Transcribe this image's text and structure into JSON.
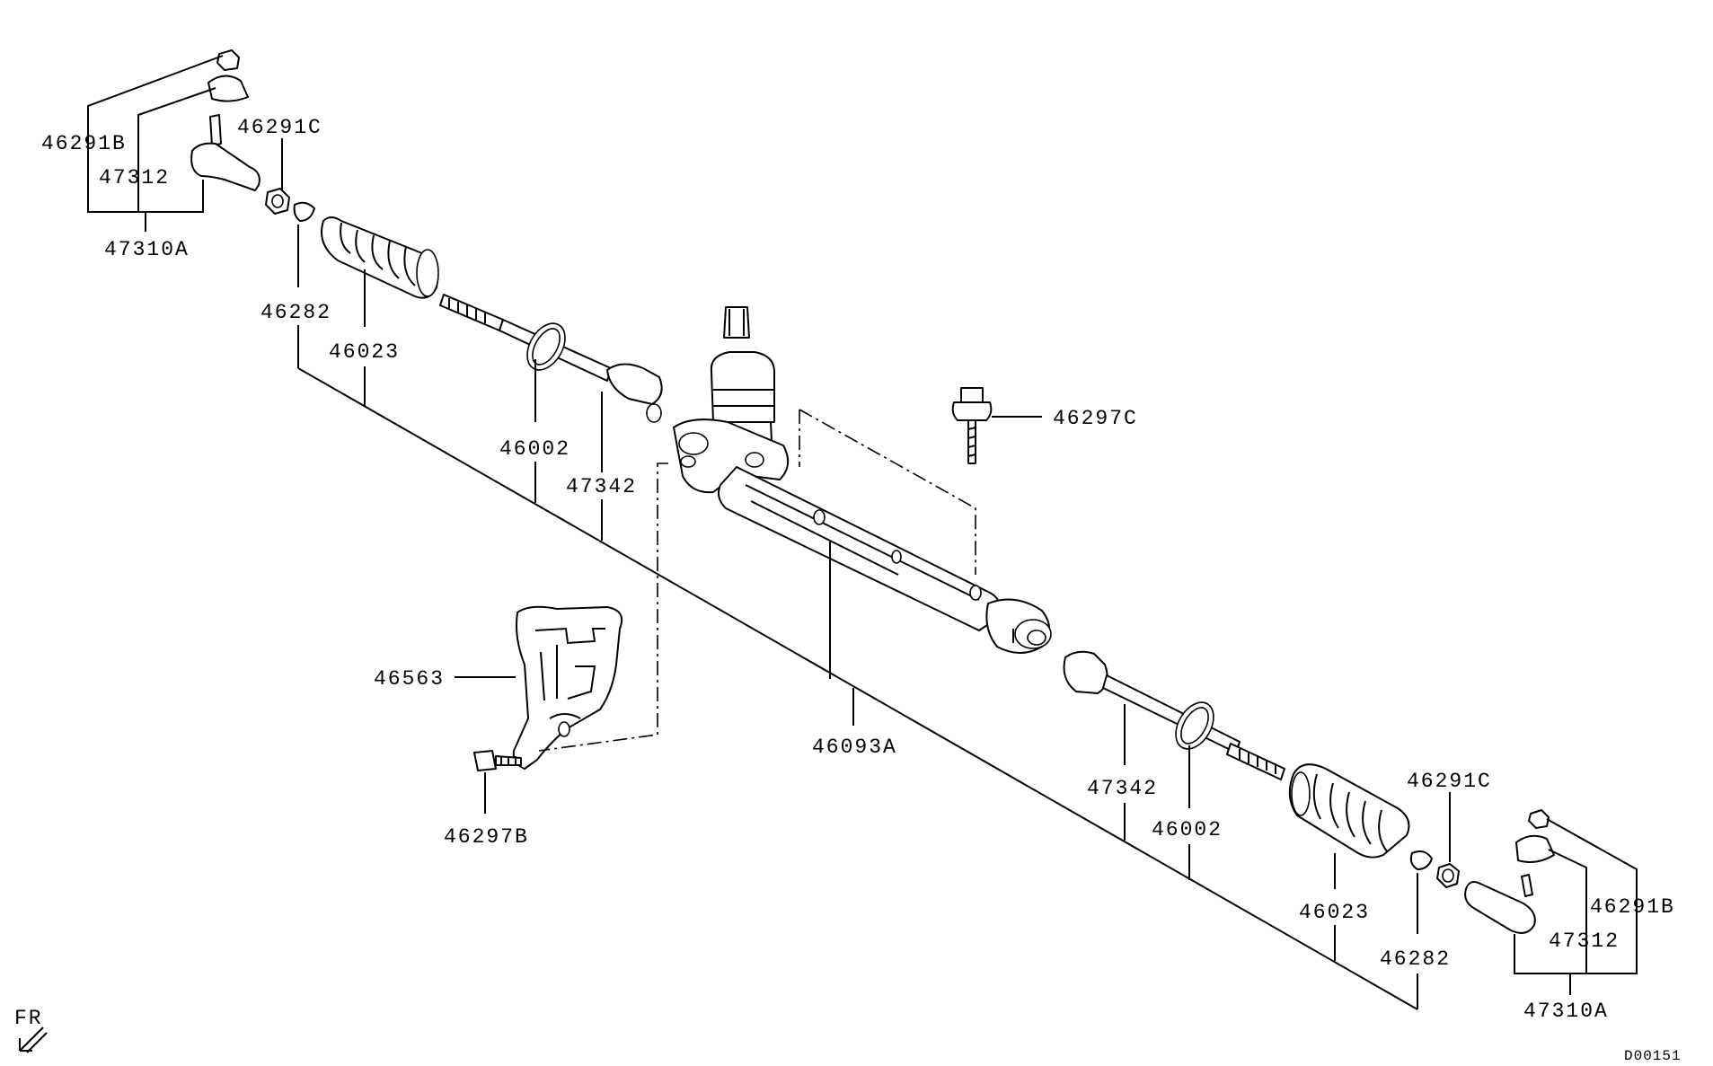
{
  "parts": {
    "p46291B_l": "46291B",
    "p47312_l": "47312",
    "p47310A_l": "47310A",
    "p46291C_l": "46291C",
    "p46282_l": "46282",
    "p46023_l": "46023",
    "p46002_l": "46002",
    "p47342_l": "47342",
    "p46297C": "46297C",
    "p46563": "46563",
    "p46297B": "46297B",
    "p46093A": "46093A",
    "p47342_r": "47342",
    "p46002_r": "46002",
    "p46291C_r": "46291C",
    "p46023_r": "46023",
    "p46282_r": "46282",
    "p46291B_r": "46291B",
    "p47312_r": "47312",
    "p47310A_r": "47310A"
  },
  "direction_label": "FR",
  "diagram_code": "D00151"
}
